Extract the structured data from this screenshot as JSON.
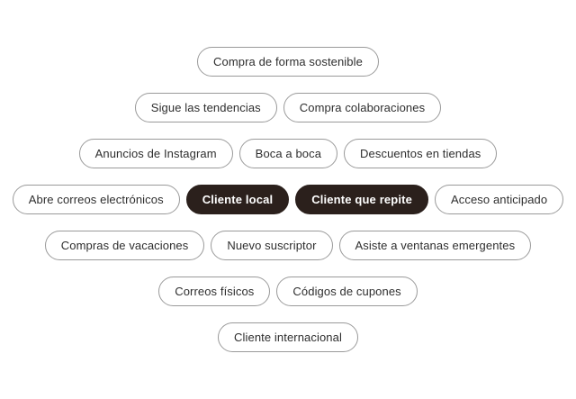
{
  "colors": {
    "background": "#ffffff",
    "pill_border": "#9a9a9a",
    "pill_text": "#2e2e2e",
    "pill_selected_background": "#2b201c",
    "pill_selected_text": "#ffffff"
  },
  "tag_cloud": {
    "rows": [
      {
        "pills": [
          {
            "label": "Compra de forma sostenible",
            "selected": false
          }
        ]
      },
      {
        "pills": [
          {
            "label": "Sigue las tendencias",
            "selected": false
          },
          {
            "label": "Compra colaboraciones",
            "selected": false
          }
        ]
      },
      {
        "pills": [
          {
            "label": "Anuncios de Instagram",
            "selected": false
          },
          {
            "label": "Boca a boca",
            "selected": false
          },
          {
            "label": "Descuentos en tiendas",
            "selected": false
          }
        ]
      },
      {
        "pills": [
          {
            "label": "Abre correos electrónicos",
            "selected": false
          },
          {
            "label": "Cliente local",
            "selected": true
          },
          {
            "label": "Cliente que repite",
            "selected": true
          },
          {
            "label": "Acceso anticipado",
            "selected": false
          }
        ]
      },
      {
        "pills": [
          {
            "label": "Compras de vacaciones",
            "selected": false
          },
          {
            "label": "Nuevo suscriptor",
            "selected": false
          },
          {
            "label": "Asiste a ventanas emergentes",
            "selected": false
          }
        ]
      },
      {
        "pills": [
          {
            "label": "Correos físicos",
            "selected": false
          },
          {
            "label": "Códigos de cupones",
            "selected": false
          }
        ]
      },
      {
        "pills": [
          {
            "label": "Cliente internacional",
            "selected": false
          }
        ]
      }
    ]
  }
}
